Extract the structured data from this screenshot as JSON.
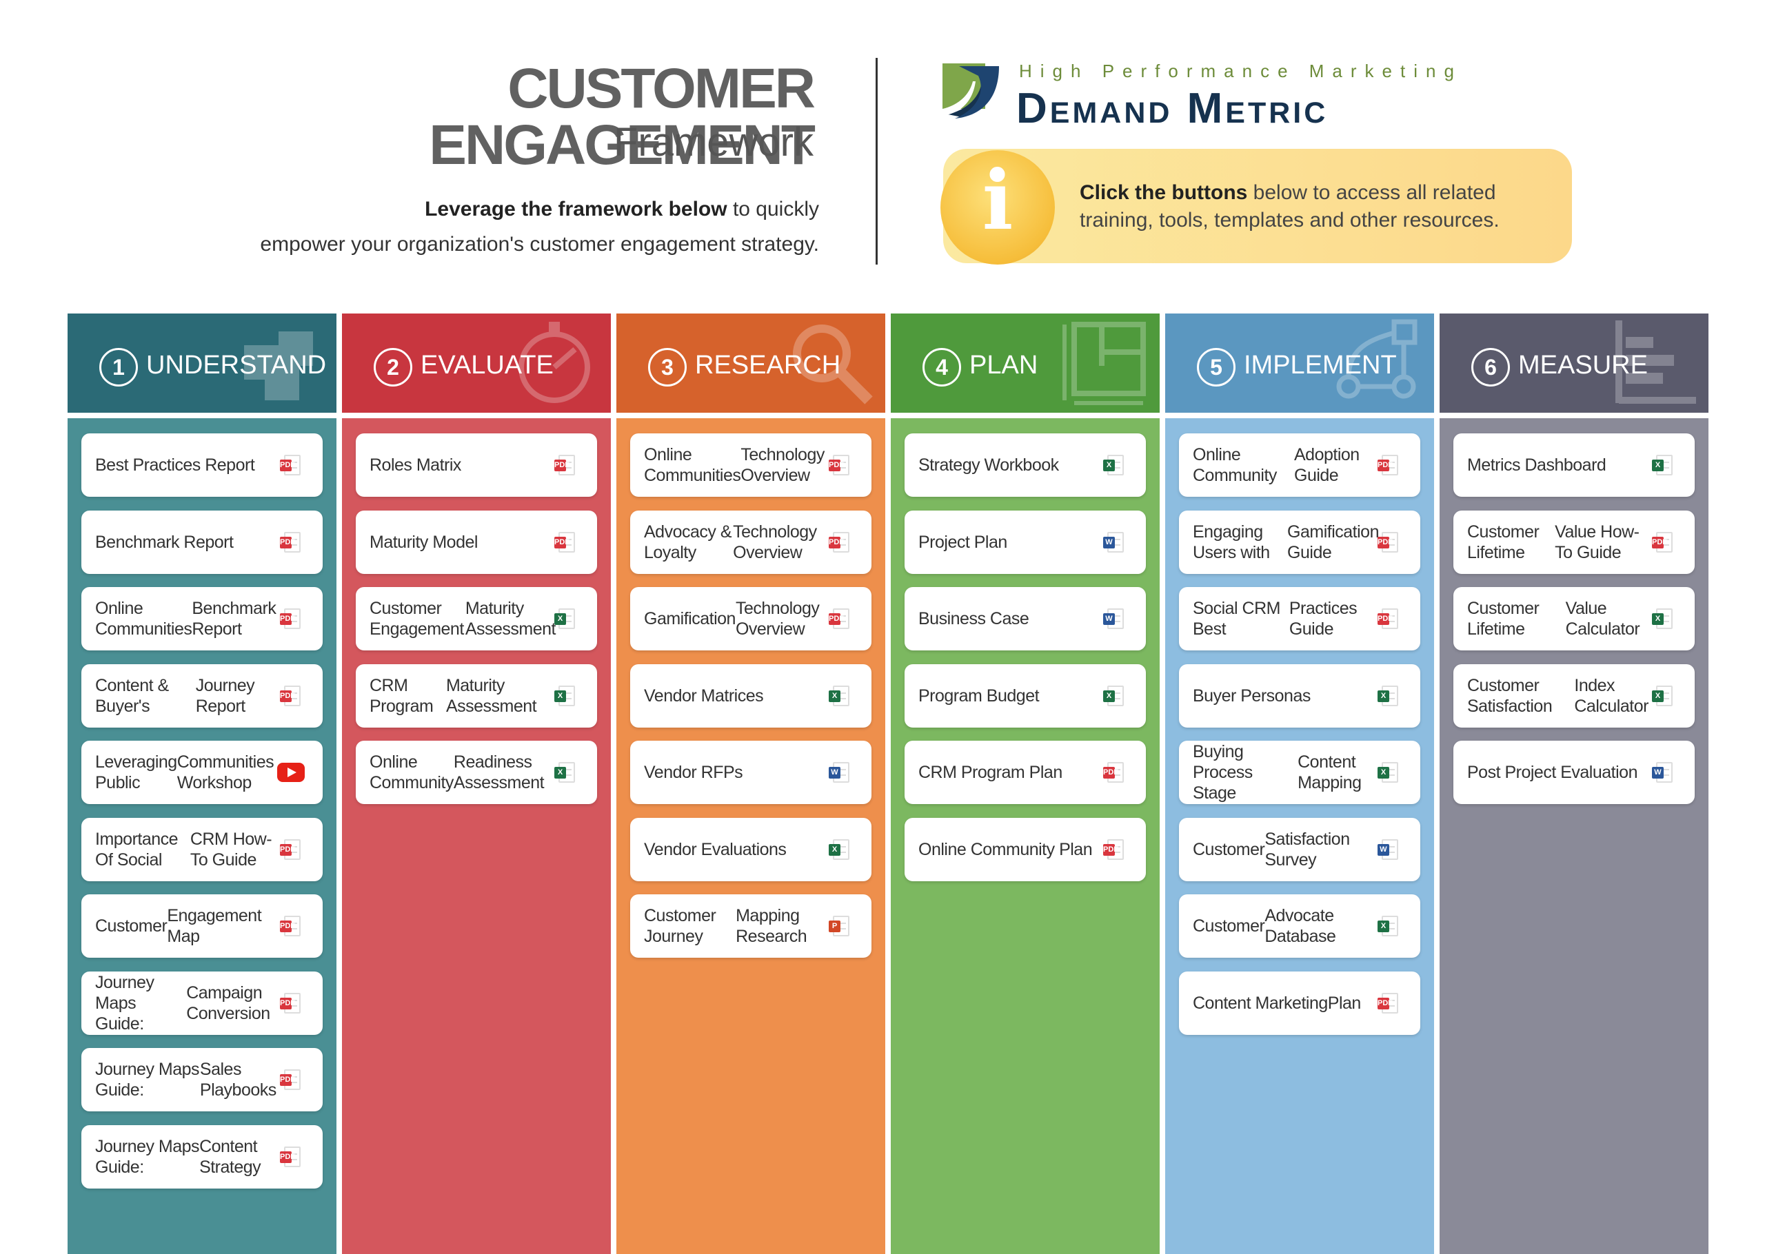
{
  "header": {
    "title": "CUSTOMER ENGAGEMENT",
    "subtitle": "Framework",
    "intro_bold": "Leverage the framework below",
    "intro_rest": " to quickly",
    "intro_line2": "empower your organization's customer engagement strategy."
  },
  "brand": {
    "tagline": "High Performance Marketing",
    "name": "Demand Metric",
    "colors": {
      "navy": "#16324f",
      "green": "#6d8c3a"
    }
  },
  "info": {
    "icon": "i",
    "bold": "Click the buttons",
    "rest": " below to access all related",
    "line2": "training, tools, templates and other resources."
  },
  "columns": [
    {
      "num": "1",
      "name": "UNDERSTAND",
      "icon": "cubes-icon",
      "head_color": "#2b6a76",
      "body_color": "#4a8f94",
      "items": [
        {
          "label": [
            "Best Practices Report"
          ],
          "type": "pdf"
        },
        {
          "label": [
            "Benchmark Report"
          ],
          "type": "pdf"
        },
        {
          "label": [
            "Online Communities",
            "Benchmark Report"
          ],
          "type": "pdf"
        },
        {
          "label": [
            "Content & Buyer's",
            "Journey Report"
          ],
          "type": "pdf"
        },
        {
          "label": [
            "Leveraging Public",
            "Communities Workshop"
          ],
          "type": "video"
        },
        {
          "label": [
            "Importance Of Social",
            "CRM How-To Guide"
          ],
          "type": "pdf"
        },
        {
          "label": [
            "Customer",
            "Engagement Map"
          ],
          "type": "pdf"
        },
        {
          "label": [
            "Journey Maps Guide:",
            "Campaign Conversion"
          ],
          "type": "pdf"
        },
        {
          "label": [
            "Journey Maps Guide:",
            "Sales Playbooks"
          ],
          "type": "pdf"
        },
        {
          "label": [
            "Journey Maps Guide:",
            "Content Strategy"
          ],
          "type": "pdf"
        }
      ]
    },
    {
      "num": "2",
      "name": "EVALUATE",
      "icon": "stopwatch-icon",
      "head_color": "#c8363f",
      "body_color": "#d4575d",
      "items": [
        {
          "label": [
            "Roles Matrix"
          ],
          "type": "pdf"
        },
        {
          "label": [
            "Maturity Model"
          ],
          "type": "pdf"
        },
        {
          "label": [
            "Customer Engagement",
            "Maturity Assessment"
          ],
          "type": "xls"
        },
        {
          "label": [
            "CRM Program",
            "Maturity Assessment"
          ],
          "type": "xls"
        },
        {
          "label": [
            "Online Community",
            "Readiness Assessment"
          ],
          "type": "xls"
        }
      ]
    },
    {
      "num": "3",
      "name": "RESEARCH",
      "icon": "magnifier-icon",
      "head_color": "#d6622c",
      "body_color": "#ee8f4c",
      "items": [
        {
          "label": [
            "Online Communities",
            "Technology Overview"
          ],
          "type": "pdf"
        },
        {
          "label": [
            "Advocacy & Loyalty",
            "Technology Overview"
          ],
          "type": "pdf"
        },
        {
          "label": [
            "Gamification",
            "Technology Overview"
          ],
          "type": "pdf"
        },
        {
          "label": [
            "Vendor Matrices"
          ],
          "type": "xls"
        },
        {
          "label": [
            "Vendor RFPs"
          ],
          "type": "doc"
        },
        {
          "label": [
            "Vendor Evaluations"
          ],
          "type": "xls"
        },
        {
          "label": [
            "Customer Journey",
            "Mapping Research"
          ],
          "type": "ppt"
        }
      ]
    },
    {
      "num": "4",
      "name": "PLAN",
      "icon": "blueprint-icon",
      "head_color": "#4f9a3c",
      "body_color": "#7cb860",
      "items": [
        {
          "label": [
            "Strategy Workbook"
          ],
          "type": "xls"
        },
        {
          "label": [
            "Project Plan"
          ],
          "type": "doc"
        },
        {
          "label": [
            "Business Case"
          ],
          "type": "doc"
        },
        {
          "label": [
            "Program Budget"
          ],
          "type": "xls"
        },
        {
          "label": [
            "CRM Program Plan"
          ],
          "type": "pdf"
        },
        {
          "label": [
            "Online Community Plan"
          ],
          "type": "pdf"
        }
      ]
    },
    {
      "num": "5",
      "name": "IMPLEMENT",
      "icon": "flowchart-icon",
      "head_color": "#5b97c0",
      "body_color": "#8dbde0",
      "items": [
        {
          "label": [
            "Online Community",
            "Adoption Guide"
          ],
          "type": "pdf"
        },
        {
          "label": [
            "Engaging Users with",
            "Gamification Guide"
          ],
          "type": "pdf"
        },
        {
          "label": [
            "Social CRM Best",
            "Practices Guide"
          ],
          "type": "pdf"
        },
        {
          "label": [
            "Buyer Personas"
          ],
          "type": "xls"
        },
        {
          "label": [
            "Buying Process Stage",
            "Content Mapping"
          ],
          "type": "xls"
        },
        {
          "label": [
            "Customer",
            "Satisfaction Survey"
          ],
          "type": "doc"
        },
        {
          "label": [
            "Customer",
            "Advocate Database"
          ],
          "type": "xls"
        },
        {
          "label": [
            "Content Marketing",
            "Plan"
          ],
          "type": "pdf"
        }
      ]
    },
    {
      "num": "6",
      "name": "MEASURE",
      "icon": "bar-chart-icon",
      "head_color": "#5a5a6c",
      "body_color": "#8a8a98",
      "items": [
        {
          "label": [
            "Metrics Dashboard"
          ],
          "type": "xls"
        },
        {
          "label": [
            "Customer Lifetime",
            "Value How-To Guide"
          ],
          "type": "pdf"
        },
        {
          "label": [
            "Customer Lifetime",
            "Value Calculator"
          ],
          "type": "xls"
        },
        {
          "label": [
            "Customer Satisfaction",
            "Index Calculator"
          ],
          "type": "xls"
        },
        {
          "label": [
            "Post Project Evaluation"
          ],
          "type": "doc"
        }
      ]
    }
  ]
}
